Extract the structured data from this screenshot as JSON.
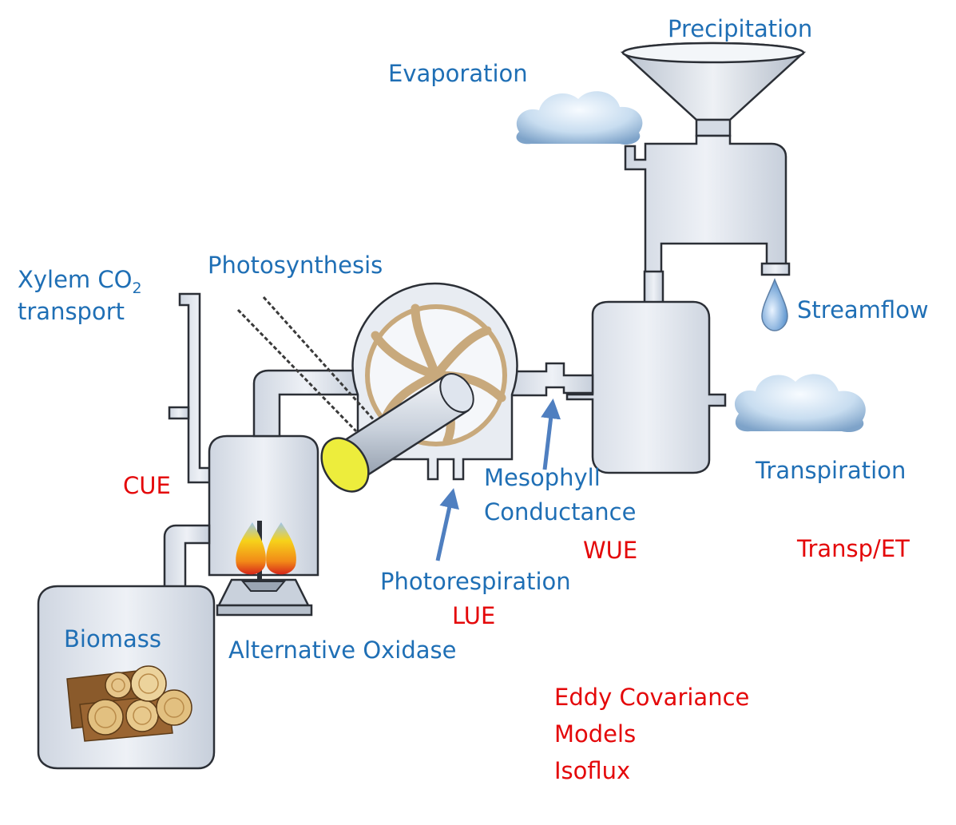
{
  "labels": {
    "precipitation": "Precipitation",
    "evaporation": "Evaporation",
    "photosynthesis": "Photosynthesis",
    "xylem_line1_text": "Xylem CO",
    "xylem_line1_subscript": "2",
    "xylem_line2": "transport",
    "streamflow": "Streamflow",
    "transpiration": "Transpiration",
    "mesophyll": "Mesophyll",
    "conductance": "Conductance",
    "photorespiration": "Photorespiration",
    "biomass": "Biomass",
    "alternative_oxidase": "Alternative Oxidase"
  },
  "metrics": {
    "cue": "CUE",
    "wue": "WUE",
    "transp_et": "Transp/ET",
    "lue": "LUE"
  },
  "methods": [
    "Eddy Covariance",
    "Models",
    "Isoflux"
  ],
  "colors": {
    "label_blue": "#1f6fb5",
    "metric_red": "#e4080a",
    "arrow_blue": "#4f7fc0",
    "pipe_fill": "#dfe5ee",
    "pipe_outline": "#2b2f36",
    "flame_yellow": "#f6d21a",
    "flame_red": "#e63b16",
    "wood_brown": "#a9763f",
    "cylinder_end": "#eded3c"
  }
}
